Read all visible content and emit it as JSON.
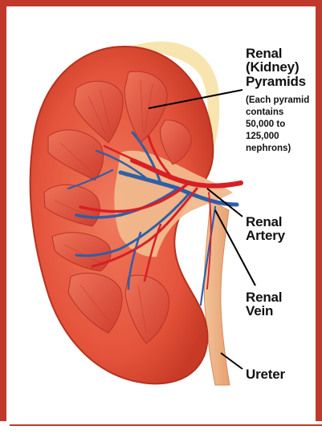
{
  "labels": {
    "pyramids_line1": "Renal",
    "pyramids_line2": "(Kidney)",
    "pyramids_line3": "Pyramids",
    "pyramids_note1": "(Each pyramid",
    "pyramids_note2": "contains",
    "pyramids_note3": "50,000 to",
    "pyramids_note4": "125,000",
    "pyramids_note5": "nephrons)",
    "artery_line1": "Renal",
    "artery_line2": "Artery",
    "vein_line1": "Renal",
    "vein_line2": "Vein",
    "ureter": "Ureter"
  },
  "colors": {
    "frame": "#c0392b",
    "cortex": "#e4533b",
    "pyramid": "#d9473a",
    "pelvis": "#f0b98c",
    "artery": "#d81f26",
    "vein": "#2f5fa8",
    "fat": "#f7dfa0"
  }
}
